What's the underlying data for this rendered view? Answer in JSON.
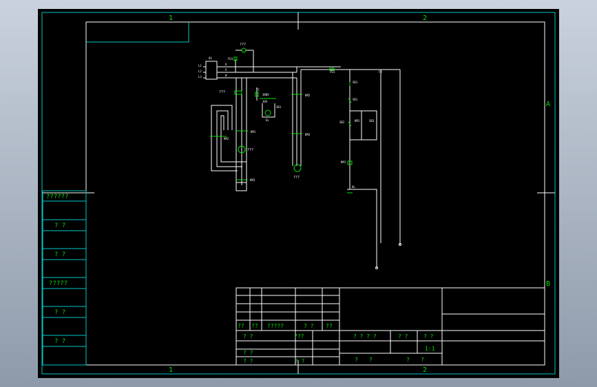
{
  "colors": {
    "background": "#000000",
    "frame": "#00c8c8",
    "lines": "#ffffff",
    "text": "#00e000"
  },
  "zones": {
    "top": [
      "1",
      "2"
    ],
    "bottom": [
      "1",
      "2"
    ],
    "right": [
      "A",
      "B"
    ]
  },
  "left_strip": [
    "??????",
    "? ?",
    "? ?",
    "?????",
    "? ?",
    "? ?"
  ],
  "title_block": {
    "row_labels": [
      "??",
      "??",
      "?????",
      "? ?",
      "??"
    ],
    "col_labels_a": [
      "? ?",
      "???"
    ],
    "col_labels_b": [
      "? ?",
      "? ?"
    ],
    "info_labels": [
      "? ? ? ?",
      "? ?",
      "? ?"
    ],
    "scale": "1:1",
    "bottom_labels": [
      "?",
      "?",
      "?",
      "?"
    ]
  },
  "circuit": {
    "top_label": "???",
    "motor_label_1": "???",
    "motor_label_2": "???",
    "motor_label_3": "???",
    "labels": {
      "qs": "QS",
      "l1": "L1",
      "l2": "L2",
      "l3": "L3",
      "u": "U",
      "v": "V",
      "w": "W",
      "fu": "FU1",
      "km1": "KM1",
      "km2": "KM2",
      "km3": "KM3",
      "fr": "FR",
      "sb": "SB1",
      "sb2": "SB2",
      "sb3": "SB3",
      "hl": "HL",
      "tr1": "380V",
      "tr2": "36V",
      "tr_l": "TC",
      "el": "EL"
    }
  }
}
